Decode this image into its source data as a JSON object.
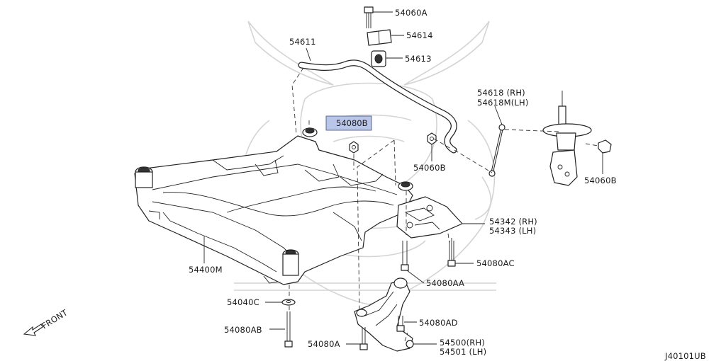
{
  "diagram_code": "J40101UB",
  "front_label": "FRONT",
  "parts": {
    "p54060A": "54060A",
    "p54614": "54614",
    "p54611": "54611",
    "p54613": "54613",
    "p54618_rh": "54618 (RH)",
    "p54618m_lh": "54618M(LH)",
    "p54080B": "54080B",
    "p54060B_left": "54060B",
    "p54060B_right": "54060B",
    "p54342_rh": "54342 (RH)",
    "p54343_lh": "54343 (LH)",
    "p54400M": "54400M",
    "p54080AC": "54080AC",
    "p54080AA": "54080AA",
    "p54040C": "54040C",
    "p54080AD": "54080AD",
    "p54080AB": "54080AB",
    "p54080A": "54080A",
    "p54500_rh": "54500(RH)",
    "p54501_lh": "54501 (LH)"
  },
  "colors": {
    "highlight": "#b9c6e8",
    "line": "#222222",
    "watermark": "#d4d4d4"
  }
}
